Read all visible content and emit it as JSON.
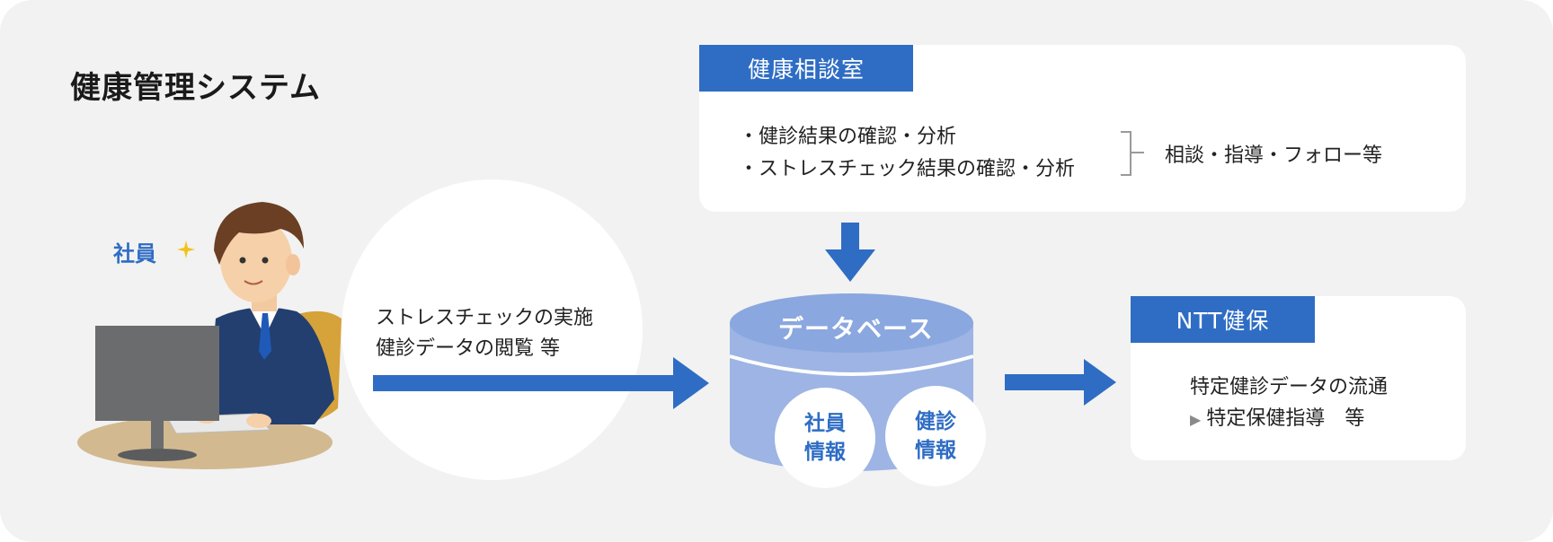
{
  "title": "健康管理システム",
  "employee": {
    "label": "社員"
  },
  "actions": {
    "line1": "ストレスチェックの実施",
    "line2": "健診データの閲覧 等"
  },
  "consultation": {
    "header": "健康相談室",
    "items": [
      "・健診結果の確認・分析",
      "・ストレスチェック結果の確認・分析"
    ],
    "result": "相談・指導・フォロー等"
  },
  "database": {
    "label": "データベース",
    "records": [
      {
        "line1": "社員",
        "line2": "情報"
      },
      {
        "line1": "健診",
        "line2": "情報"
      }
    ]
  },
  "ntt": {
    "header": "NTT健保",
    "line1": "特定健診データの流通",
    "line2_marker": "▶",
    "line2": "特定保健指導　等"
  },
  "colors": {
    "accent": "#2f6dc4",
    "db_top": "#8aa7df",
    "db_body": "#9db4e4",
    "background": "#f2f2f2"
  }
}
